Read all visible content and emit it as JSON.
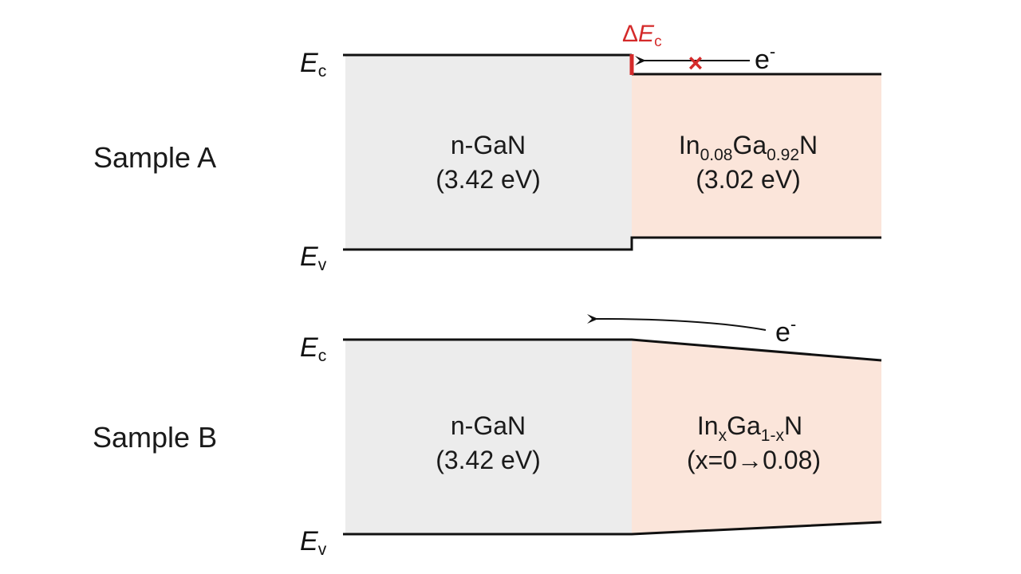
{
  "colors": {
    "gan_fill": "#ececec",
    "ingan_fill": "#fbe5da",
    "highlight": "#d42a2a",
    "line": "#111111"
  },
  "sample_a": {
    "label": "Sample A",
    "ec_label": "E",
    "ec_sub": "c",
    "ev_label": "E",
    "ev_sub": "v",
    "left_material": "n-GaN",
    "left_gap": "(3.42 eV)",
    "right_material": {
      "p1": "In",
      "s1": "0.08",
      "p2": "Ga",
      "s2": "0.92",
      "p3": "N"
    },
    "right_gap": "(3.02 eV)",
    "offset_label": {
      "delta": "Δ",
      "e": "E",
      "sub": "c"
    },
    "electron": {
      "e": "e",
      "sup": "-"
    },
    "blocked_mark": "×"
  },
  "sample_b": {
    "label": "Sample B",
    "ec_label": "E",
    "ec_sub": "c",
    "ev_label": "E",
    "ev_sub": "v",
    "left_material": "n-GaN",
    "left_gap": "(3.42 eV)",
    "right_material": {
      "p1": "In",
      "s1": "x",
      "p2": "Ga",
      "s2": "1-x",
      "p3": "N"
    },
    "right_gap": "(x=0→0.08)",
    "electron": {
      "e": "e",
      "sup": "-"
    }
  }
}
